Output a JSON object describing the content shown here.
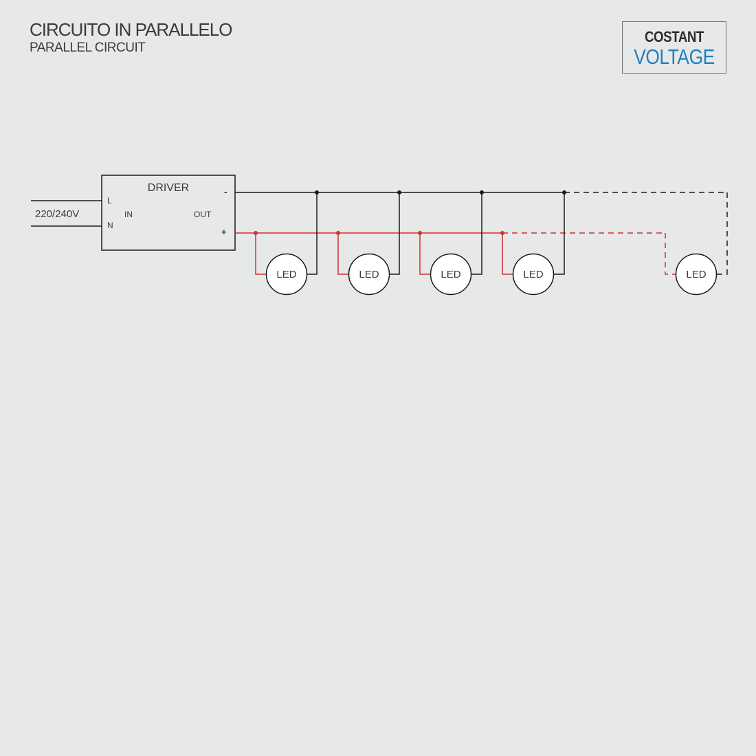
{
  "title": "CIRCUITO IN PARALLELO",
  "subtitle": "PARALLEL CIRCUIT",
  "badge": {
    "line1": "COSTANT",
    "line2": "VOLTAGE"
  },
  "driver": {
    "label": "DRIVER",
    "in_label": "IN",
    "out_label": "OUT",
    "terminal_l": "L",
    "terminal_n": "N",
    "terminal_minus": "-",
    "terminal_plus": "+"
  },
  "input_voltage": "220/240V",
  "leds": [
    {
      "label": "LED",
      "dashed": false
    },
    {
      "label": "LED",
      "dashed": false
    },
    {
      "label": "LED",
      "dashed": false
    },
    {
      "label": "LED",
      "dashed": false
    },
    {
      "label": "LED",
      "dashed": true
    }
  ],
  "colors": {
    "negative_wire": "#1a1a1a",
    "positive_wire": "#d0312d",
    "accent": "#1f7fbf"
  }
}
